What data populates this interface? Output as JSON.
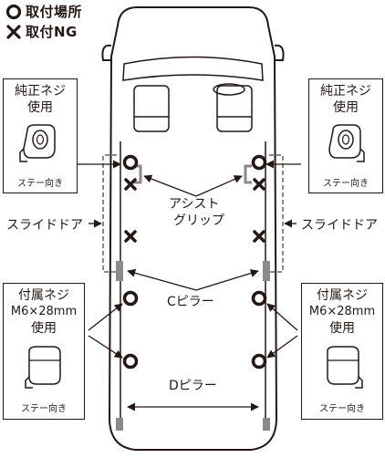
{
  "legend": {
    "ok_label": "取付場所",
    "ng_label": "取付NG"
  },
  "boxes": {
    "top_left": {
      "lines": [
        "純正ネジ",
        "使用"
      ],
      "caption": "ステー向き"
    },
    "top_right": {
      "lines": [
        "純正ネジ",
        "使用"
      ],
      "caption": "ステー向き"
    },
    "bottom_left": {
      "lines": [
        "付属ネジ",
        "M6×28mm",
        "使用"
      ],
      "caption": "ステー向き"
    },
    "bottom_right": {
      "lines": [
        "付属ネジ",
        "M6×28mm",
        "使用"
      ],
      "caption": "ステー向き"
    }
  },
  "labels": {
    "assist_grip": [
      "アシスト",
      "グリップ"
    ],
    "sliding_door_left": "スライドドア",
    "sliding_door_right": "スライドドア",
    "c_pillar": "Cピラー",
    "d_pillar": "Dピラー"
  },
  "colors": {
    "line": "#231815",
    "pillar_fill": "#8a8a8a",
    "door_dash": "#8a8a8a"
  }
}
